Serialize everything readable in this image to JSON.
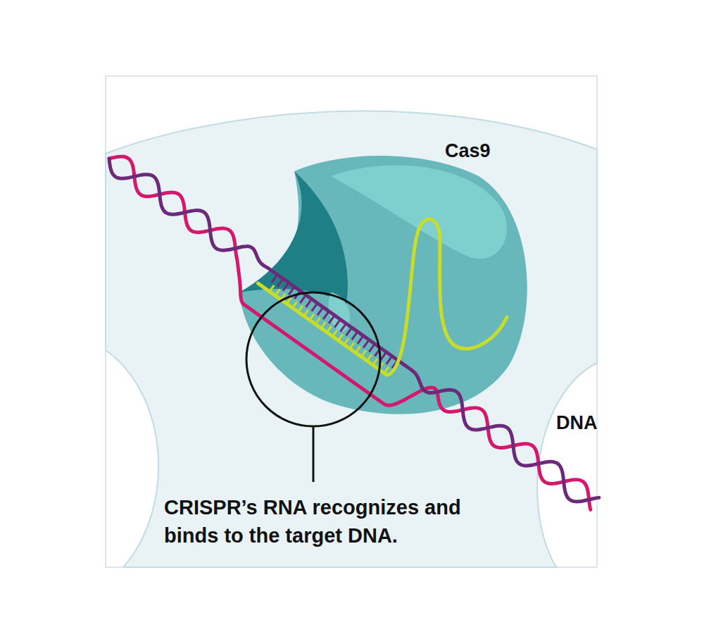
{
  "diagram": {
    "labels": [
      "Cas9",
      "DNA",
      "CRISPR’s RNA recognizes and binds to the target DNA."
    ]
  }
}
